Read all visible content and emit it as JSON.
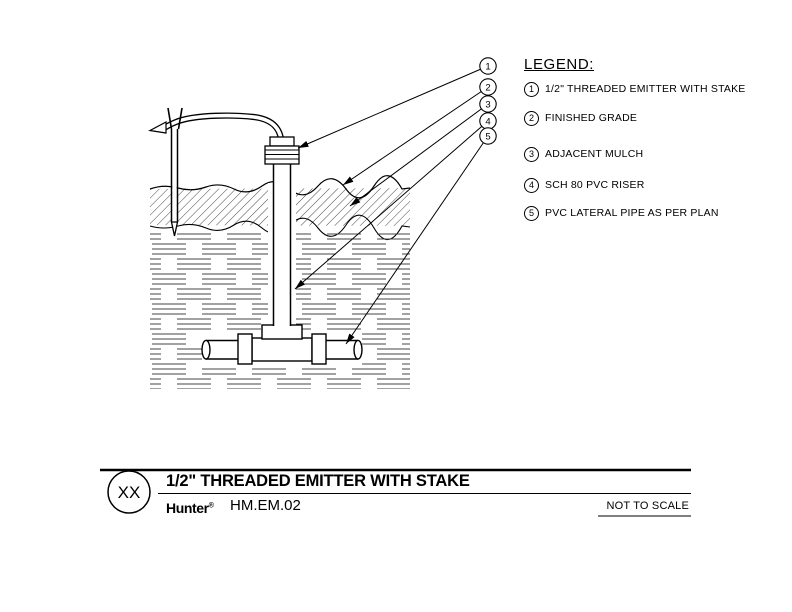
{
  "legend": {
    "title": "LEGEND:",
    "items": [
      {
        "num": "1",
        "label": "1/2\" THREADED EMITTER WITH STAKE"
      },
      {
        "num": "2",
        "label": "FINISHED GRADE"
      },
      {
        "num": "3",
        "label": "ADJACENT MULCH"
      },
      {
        "num": "4",
        "label": "SCH 80 PVC RISER"
      },
      {
        "num": "5",
        "label": "PVC LATERAL PIPE AS PER PLAN"
      }
    ]
  },
  "callouts": [
    "1",
    "2",
    "3",
    "4",
    "5"
  ],
  "title_block": {
    "detail_mark": "XX",
    "title": "1/2\" THREADED EMITTER WITH STAKE",
    "logo": "Hunter",
    "logo_mark": "®",
    "model": "HM.EM.02",
    "scale": "NOT TO SCALE"
  },
  "colors": {
    "line": "#000000",
    "background": "#ffffff"
  }
}
